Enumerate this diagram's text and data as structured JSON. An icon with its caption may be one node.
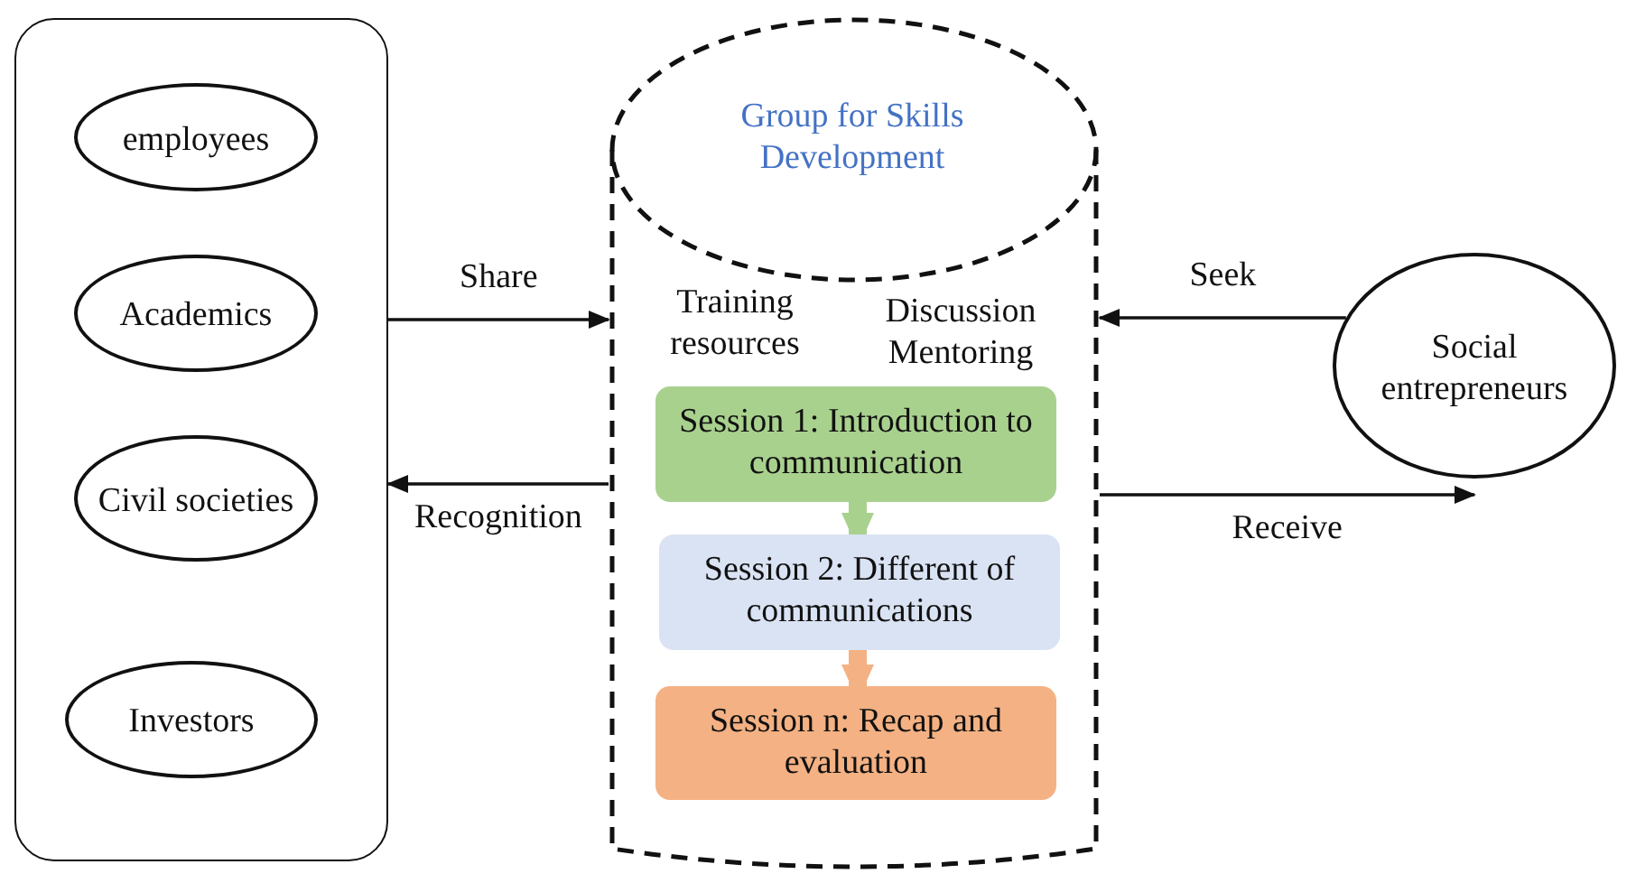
{
  "diagram": {
    "nodes": [
      {
        "text": [],
        "shape": "box"
      },
      {
        "text": [
          "employees"
        ],
        "in": 0
      },
      {
        "text": [
          "Academics"
        ],
        "in": 0
      },
      {
        "text": [
          "Civil societies"
        ],
        "in": 0
      },
      {
        "text": [
          "Investors"
        ],
        "in": 0
      },
      {
        "text": [
          "Group for Skills Development",
          "Training resources",
          "Discussion Mentoring"
        ]
      },
      {
        "text": [
          "Session 1: Introduction to communication"
        ],
        "in": 5
      },
      {
        "text": [
          "Session 2: Different of communications"
        ],
        "in": 5
      },
      {
        "text": [
          "Session n: Recap and evaluation"
        ],
        "in": 5
      },
      {
        "text": [
          "Social entrepreneurs"
        ]
      }
    ],
    "edges": [
      {
        "from": 0,
        "to": 5,
        "arrow": "to",
        "label": "Share"
      },
      {
        "from": 5,
        "to": 0,
        "arrow": "to",
        "label": "Recognition"
      },
      {
        "from": 9,
        "to": 5,
        "arrow": "to",
        "label": "Seek"
      },
      {
        "from": 5,
        "to": 9,
        "arrow": "to",
        "label": "Receive"
      },
      {
        "from": 6,
        "to": 7,
        "arrow": "to",
        "style": "thick",
        "color": "#a9d18e"
      },
      {
        "from": 7,
        "to": 8,
        "arrow": "to",
        "style": "thick",
        "color": "#f4b183"
      }
    ]
  }
}
